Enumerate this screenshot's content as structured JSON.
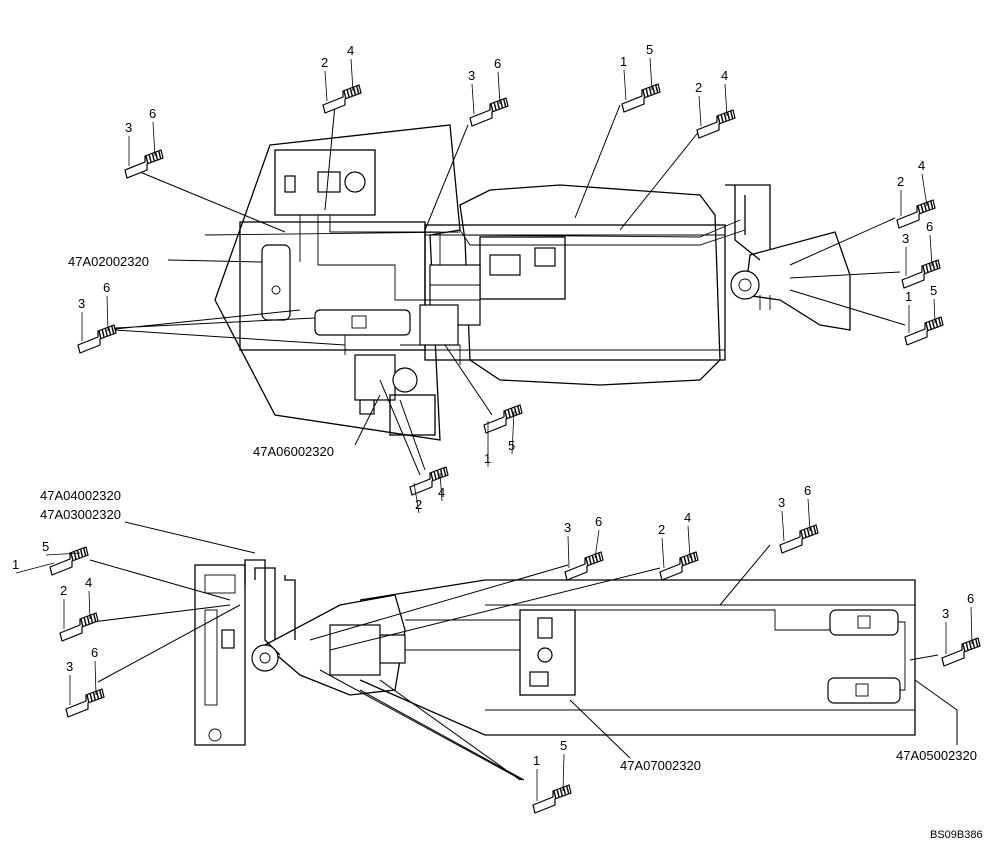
{
  "part_codes": {
    "a02": "47A02002320",
    "a06": "47A06002320",
    "a04": "47A04002320",
    "a03": "47A03002320",
    "a07": "47A07002320",
    "a05": "47A05002320"
  },
  "drawing_id": "BS09B386",
  "callouts": [
    {
      "id": "c1",
      "a": "2",
      "b": "4"
    },
    {
      "id": "c2",
      "a": "3",
      "b": "6"
    },
    {
      "id": "c3",
      "a": "1",
      "b": "5"
    },
    {
      "id": "c4",
      "a": "2",
      "b": "4"
    },
    {
      "id": "c5",
      "a": "3",
      "b": "6"
    },
    {
      "id": "c6",
      "a": "3",
      "b": "6"
    },
    {
      "id": "c7",
      "a": "2",
      "b": "4"
    },
    {
      "id": "c8",
      "a": "3",
      "b": "6"
    },
    {
      "id": "c9",
      "a": "1",
      "b": "5"
    },
    {
      "id": "c10",
      "a": "1",
      "b": "5"
    },
    {
      "id": "c11",
      "a": "2",
      "b": "4"
    },
    {
      "id": "c12",
      "a": "1",
      "b": "5"
    },
    {
      "id": "c13",
      "a": "2",
      "b": "4"
    },
    {
      "id": "c14",
      "a": "3",
      "b": "6"
    },
    {
      "id": "c15",
      "a": "3",
      "b": "6"
    },
    {
      "id": "c16",
      "a": "2",
      "b": "4"
    },
    {
      "id": "c17",
      "a": "3",
      "b": "6"
    },
    {
      "id": "c18",
      "a": "3",
      "b": "6"
    },
    {
      "id": "c19",
      "a": "1",
      "b": "5"
    }
  ]
}
